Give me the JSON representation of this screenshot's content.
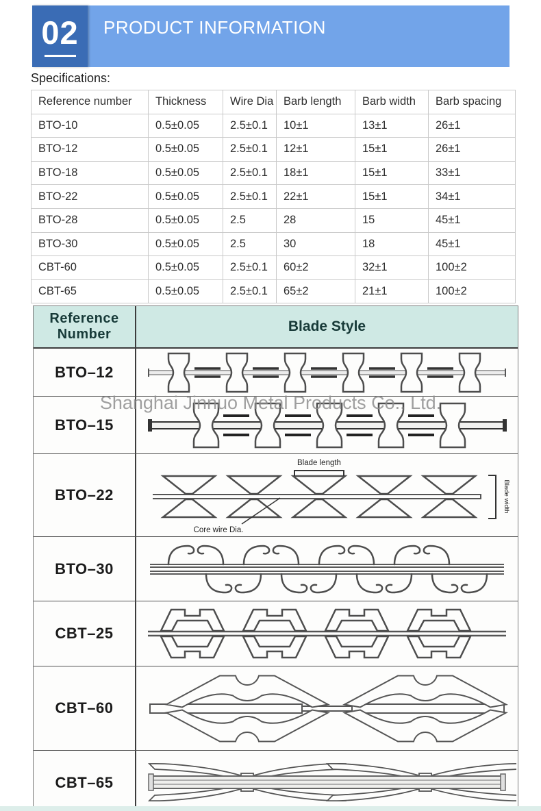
{
  "header": {
    "number": "02",
    "title": "PRODUCT INFORMATION"
  },
  "specifications_label": "Specifications:",
  "spec_table": {
    "columns": [
      "Reference number",
      "Thickness",
      "Wire Dia",
      "Barb length",
      "Barb width",
      "Barb spacing"
    ],
    "rows": [
      [
        "BTO-10",
        "0.5±0.05",
        "2.5±0.1",
        "10±1",
        "13±1",
        "26±1"
      ],
      [
        "BTO-12",
        "0.5±0.05",
        "2.5±0.1",
        "12±1",
        "15±1",
        "26±1"
      ],
      [
        "BTO-18",
        "0.5±0.05",
        "2.5±0.1",
        "18±1",
        "15±1",
        "33±1"
      ],
      [
        "BTO-22",
        "0.5±0.05",
        "2.5±0.1",
        "22±1",
        "15±1",
        "34±1"
      ],
      [
        "BTO-28",
        "0.5±0.05",
        "2.5",
        "28",
        "15",
        "45±1"
      ],
      [
        "BTO-30",
        "0.5±0.05",
        "2.5",
        "30",
        "18",
        "45±1"
      ],
      [
        "CBT-60",
        "0.5±0.05",
        "2.5±0.1",
        "60±2",
        "32±1",
        "100±2"
      ],
      [
        "CBT-65",
        "0.5±0.05",
        "2.5±0.1",
        "65±2",
        "21±1",
        "100±2"
      ]
    ]
  },
  "blade_table": {
    "headers": {
      "reference": "Reference Number",
      "blade_style": "Blade Style"
    },
    "rows": [
      {
        "ref": "BTO–12"
      },
      {
        "ref": "BTO–15"
      },
      {
        "ref": "BTO–22"
      },
      {
        "ref": "BTO–30"
      },
      {
        "ref": "CBT–25"
      },
      {
        "ref": "CBT–60"
      },
      {
        "ref": "CBT–65"
      }
    ],
    "diagram_labels": {
      "blade_length": "Blade length",
      "core_wire_dia": "Core wire Dia.",
      "blade_width": "Blade width"
    }
  },
  "watermark": "Shanghai Jinnuo Metal Products Co., Ltd.",
  "colors": {
    "section_number_bg": "#3a6cb5",
    "section_banner_bg": "#72a4e9",
    "blade_header_bg": "#cfe9e4",
    "table_border_light": "#c9c9c9",
    "table_border_dark": "#3c3c3c"
  }
}
